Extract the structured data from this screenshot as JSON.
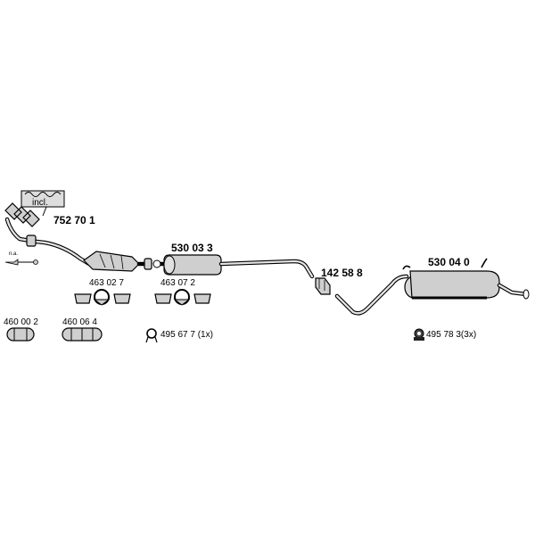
{
  "diagram": {
    "parts": [
      {
        "id": "manifold",
        "number": "752 70 1",
        "badge": "incl."
      },
      {
        "id": "lambda-sensor",
        "number": "",
        "note": "n.a."
      },
      {
        "id": "front-muffler",
        "number": "530 03 3"
      },
      {
        "id": "connector",
        "number": "142 58 8"
      },
      {
        "id": "rear-muffler",
        "number": "530 04 0"
      }
    ],
    "accessories": [
      {
        "id": "seal-kit-1",
        "number": "463 02 7"
      },
      {
        "id": "seal-kit-2",
        "number": "463 07 2"
      },
      {
        "id": "pipe-clamp-1",
        "number": "460 00 2"
      },
      {
        "id": "pipe-clamp-2",
        "number": "460 06 4"
      },
      {
        "id": "mounting-clamp",
        "number": "495 67 7 (1x)"
      },
      {
        "id": "rubber-hanger",
        "number": "495 78 3(3x)"
      }
    ]
  }
}
